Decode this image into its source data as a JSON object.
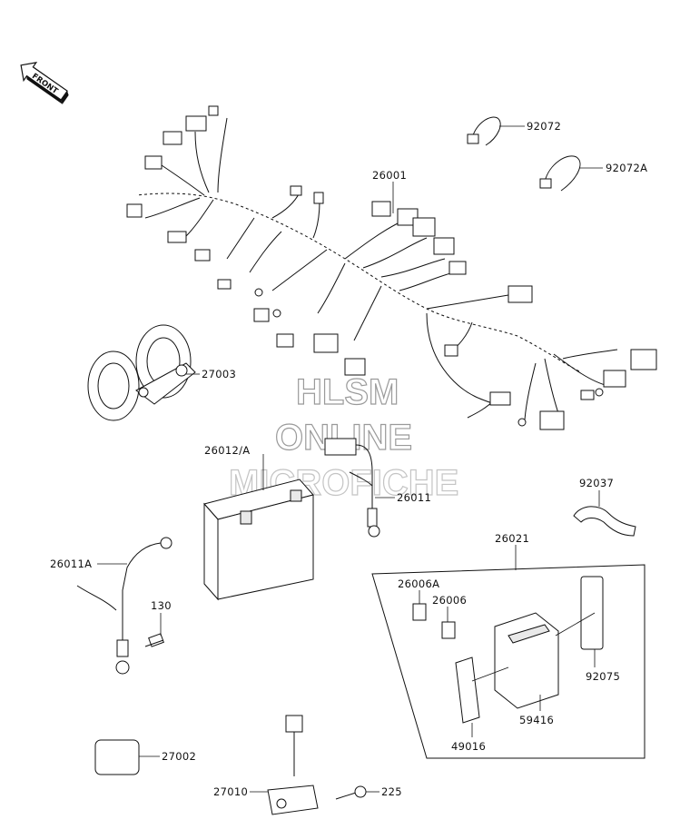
{
  "front_badge": "FRONT",
  "watermark": {
    "line1": "HLSM",
    "line2": "ONLINE",
    "line3": "MICROFICHE"
  },
  "parts": {
    "p92072": "92072",
    "p92072A": "92072A",
    "p26001": "26001",
    "p27003": "27003",
    "p26012A": "26012/A",
    "p26011": "26011",
    "p92037": "92037",
    "p26021": "26021",
    "p26011A": "26011A",
    "p130": "130",
    "p26006A": "26006A",
    "p26006": "26006",
    "p92075": "92075",
    "p59416": "59416",
    "p49016": "49016",
    "p27002": "27002",
    "p27010": "27010",
    "p225": "225"
  }
}
